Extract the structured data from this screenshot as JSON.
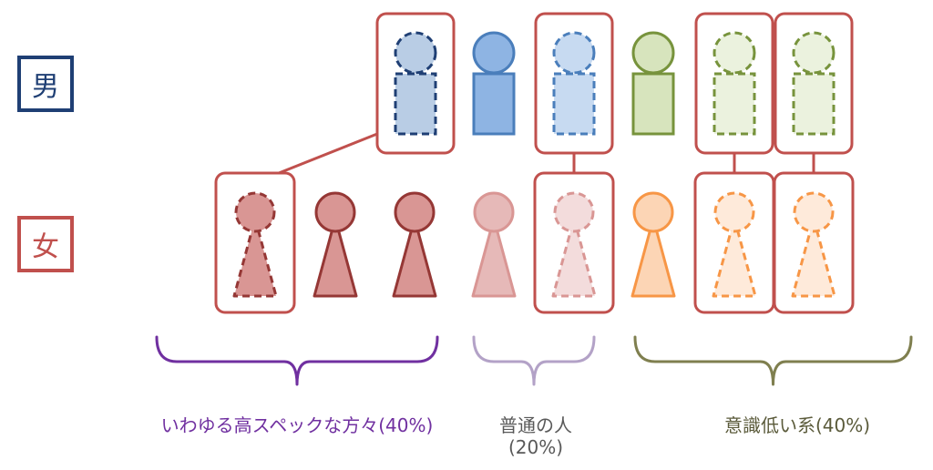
{
  "labels": {
    "male": "男",
    "female": "女"
  },
  "groups": [
    {
      "name": "いわゆる高スペックな方々(40%)",
      "share_percent": 40,
      "color": "#7030a0"
    },
    {
      "name": "普通の人",
      "share_text": "(20%)",
      "share_percent": 20,
      "color": "#b3a2c7"
    },
    {
      "name": "意識低い系(40%)",
      "share_percent": 40,
      "color": "#7f7f4f"
    }
  ],
  "colors": {
    "highlight_frame": "#c0504d",
    "male_high": "#b9cde5",
    "male_high_stroke": "#1f3f74",
    "male_normal": "#8eb4e3",
    "male_normal_stroke": "#4a7ebb",
    "male_low": "#d7e4bd",
    "male_low_stroke": "#77933c",
    "female_high": "#d99694",
    "female_high_stroke": "#953735",
    "female_normal": "#e6b9b8",
    "female_normal_stroke": "#d99694",
    "female_low": "#fcd5b5",
    "female_low_stroke": "#f79646"
  },
  "people": {
    "males": [
      {
        "group": "high",
        "style": "dashed",
        "framed": true
      },
      {
        "group": "normal",
        "style": "solid",
        "framed": false
      },
      {
        "group": "normal",
        "style": "dashed",
        "framed": true
      },
      {
        "group": "low",
        "style": "solid",
        "framed": false
      },
      {
        "group": "low",
        "style": "dashed",
        "framed": true
      },
      {
        "group": "low",
        "style": "dashed",
        "framed": true
      }
    ],
    "females": [
      {
        "group": "high",
        "style": "dashed",
        "framed": true
      },
      {
        "group": "high",
        "style": "solid",
        "framed": false
      },
      {
        "group": "high",
        "style": "solid",
        "framed": false
      },
      {
        "group": "normal",
        "style": "solid",
        "framed": false
      },
      {
        "group": "normal",
        "style": "dashed",
        "framed": true
      },
      {
        "group": "low",
        "style": "solid",
        "framed": false
      },
      {
        "group": "low",
        "style": "dashed",
        "framed": true
      },
      {
        "group": "low",
        "style": "dashed",
        "framed": true
      }
    ]
  }
}
